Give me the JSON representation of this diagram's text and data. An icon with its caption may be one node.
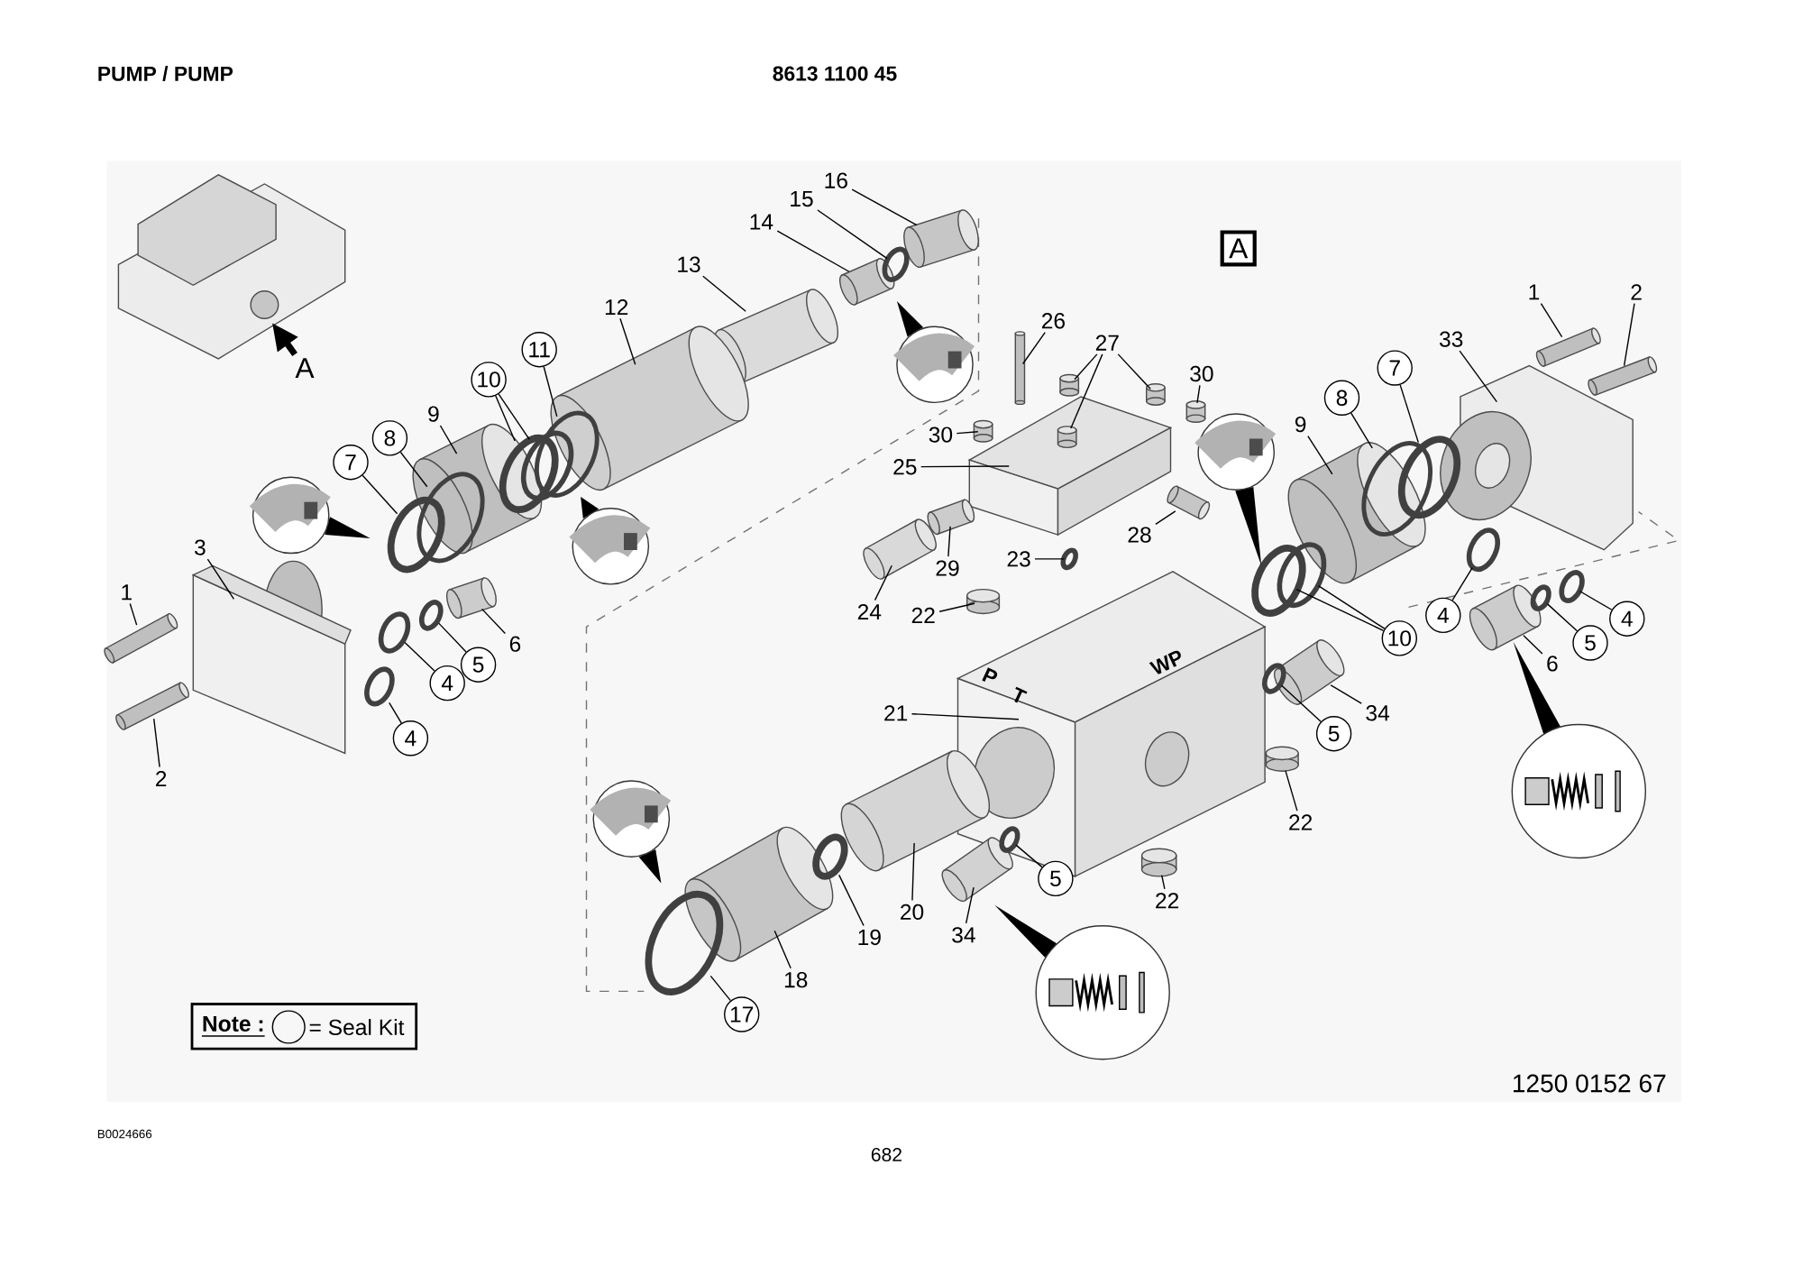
{
  "diagram": {
    "title": "PUMP / PUMP",
    "nodes": [
      {
        "text": [
          "16"
        ]
      },
      {
        "text": [
          "15"
        ]
      },
      {
        "text": [
          "14"
        ]
      },
      {
        "text": [
          "13"
        ]
      },
      {
        "text": [
          "12"
        ]
      },
      {
        "text": [
          "11"
        ]
      },
      {
        "text": [
          "10"
        ]
      },
      {
        "text": [
          "9"
        ]
      },
      {
        "text": [
          "8"
        ]
      },
      {
        "text": [
          "7"
        ]
      },
      {
        "text": [
          "3"
        ]
      },
      {
        "text": [
          "1"
        ]
      },
      {
        "text": [
          "2"
        ]
      },
      {
        "text": [
          "6"
        ]
      },
      {
        "text": [
          "5"
        ]
      },
      {
        "text": [
          "4"
        ]
      },
      {
        "text": [
          "4"
        ]
      },
      {
        "text": [
          "26"
        ]
      },
      {
        "text": [
          "27"
        ]
      },
      {
        "text": [
          "30"
        ]
      },
      {
        "text": [
          "30"
        ]
      },
      {
        "text": [
          "25"
        ]
      },
      {
        "text": [
          "28"
        ]
      },
      {
        "text": [
          "29"
        ]
      },
      {
        "text": [
          "23"
        ]
      },
      {
        "text": [
          "24"
        ]
      },
      {
        "text": [
          "22"
        ]
      },
      {
        "text": [
          "21"
        ]
      },
      {
        "text": [
          "34"
        ]
      },
      {
        "text": [
          "5"
        ]
      },
      {
        "text": [
          "22"
        ]
      },
      {
        "text": [
          "5"
        ]
      },
      {
        "text": [
          "22"
        ]
      },
      {
        "text": [
          "20"
        ]
      },
      {
        "text": [
          "19"
        ]
      },
      {
        "text": [
          "34"
        ]
      },
      {
        "text": [
          "18"
        ]
      },
      {
        "text": [
          "17"
        ]
      },
      {
        "text": [
          "1"
        ]
      },
      {
        "text": [
          "2"
        ]
      },
      {
        "text": [
          "33"
        ]
      },
      {
        "text": [
          "7"
        ]
      },
      {
        "text": [
          "8"
        ]
      },
      {
        "text": [
          "9"
        ]
      },
      {
        "text": [
          "10"
        ]
      },
      {
        "text": [
          "4"
        ]
      },
      {
        "text": [
          "5"
        ]
      },
      {
        "text": [
          "4"
        ]
      },
      {
        "text": [
          "6"
        ]
      },
      {
        "text": [
          "A"
        ]
      },
      {
        "text": [
          "A"
        ]
      },
      {
        "text": [],
        "shape": "picture"
      },
      {
        "text": [],
        "shape": "cylinder"
      },
      {
        "text": [],
        "shape": "ring"
      },
      {
        "text": [],
        "shape": "cylinder"
      },
      {
        "text": [],
        "shape": "cylinder"
      },
      {
        "text": [],
        "shape": "cylinder"
      },
      {
        "text": [],
        "shape": "ring"
      },
      {
        "text": [],
        "shape": "ring"
      },
      {
        "text": [],
        "shape": "ring"
      },
      {
        "text": [],
        "shape": "cylinder"
      },
      {
        "text": [],
        "shape": "ring"
      },
      {
        "text": [],
        "shape": "ring"
      },
      {
        "text": [],
        "shape": "box"
      },
      {
        "text": [],
        "shape": "bolt"
      },
      {
        "text": [],
        "shape": "bolt"
      },
      {
        "text": [],
        "shape": "cylinder"
      },
      {
        "text": [],
        "shape": "ring"
      },
      {
        "text": [],
        "shape": "ring"
      },
      {
        "text": [],
        "shape": "ring"
      },
      {
        "text": [],
        "shape": "box"
      },
      {
        "text": [],
        "shape": "bolt"
      },
      {
        "text": [],
        "shape": "cylinder"
      },
      {
        "text": [],
        "shape": "cylinder",
        "in": 70
      },
      {
        "text": [],
        "shape": "cylinder"
      },
      {
        "text": [],
        "shape": "cylinder"
      },
      {
        "text": [],
        "shape": "cylinder"
      },
      {
        "text": [],
        "shape": "cylinder"
      },
      {
        "text": [],
        "shape": "cylinder"
      },
      {
        "text": [],
        "shape": "ring"
      },
      {
        "text": [],
        "shape": "cylinder"
      },
      {
        "text": [],
        "shape": "cylinder"
      },
      {
        "text": [],
        "shape": "box"
      },
      {
        "text": [],
        "shape": "cylinder"
      },
      {
        "text": [],
        "shape": "ring"
      },
      {
        "text": [],
        "shape": "cylinder"
      },
      {
        "text": [],
        "shape": "ring"
      },
      {
        "text": [],
        "shape": "cylinder"
      },
      {
        "text": [],
        "shape": "cylinder"
      },
      {
        "text": [],
        "shape": "ring"
      },
      {
        "text": [],
        "shape": "cylinder"
      },
      {
        "text": [],
        "shape": "cylinder"
      },
      {
        "text": [],
        "shape": "ring"
      },
      {
        "text": [],
        "shape": "bolt"
      },
      {
        "text": [],
        "shape": "bolt"
      },
      {
        "text": [],
        "shape": "box"
      },
      {
        "text": [],
        "shape": "ring"
      },
      {
        "text": [],
        "shape": "ring"
      },
      {
        "text": [],
        "shape": "cylinder"
      },
      {
        "text": [],
        "shape": "ring"
      },
      {
        "text": [],
        "shape": "ring"
      },
      {
        "text": [],
        "shape": "ring"
      },
      {
        "text": [],
        "shape": "cylinder"
      },
      {
        "text": [],
        "shape": "ring"
      },
      {
        "text": [],
        "shape": "ring"
      }
    ],
    "edges": [
      {
        "from": 0,
        "to": 52,
        "arrow": "none"
      },
      {
        "from": 1,
        "to": 53,
        "arrow": "none"
      },
      {
        "from": 2,
        "to": 54,
        "arrow": "none"
      },
      {
        "from": 3,
        "to": 55,
        "arrow": "none"
      },
      {
        "from": 4,
        "to": 56,
        "arrow": "none"
      },
      {
        "from": 5,
        "to": 57,
        "arrow": "none"
      },
      {
        "from": 6,
        "to": 59,
        "arrow": "none"
      },
      {
        "from": 6,
        "to": 58,
        "arrow": "none"
      },
      {
        "from": 7,
        "to": 60,
        "arrow": "none"
      },
      {
        "from": 8,
        "to": 61,
        "arrow": "none"
      },
      {
        "from": 9,
        "to": 62,
        "arrow": "none"
      },
      {
        "from": 10,
        "to": 63,
        "arrow": "none"
      },
      {
        "from": 11,
        "to": 64,
        "arrow": "none"
      },
      {
        "from": 12,
        "to": 65,
        "arrow": "none"
      },
      {
        "from": 13,
        "to": 66,
        "arrow": "none"
      },
      {
        "from": 14,
        "to": 67,
        "arrow": "none"
      },
      {
        "from": 15,
        "to": 68,
        "arrow": "none"
      },
      {
        "from": 16,
        "to": 69,
        "arrow": "none"
      },
      {
        "from": 17,
        "to": 71,
        "arrow": "none"
      },
      {
        "from": 18,
        "to": 72,
        "arrow": "none"
      },
      {
        "from": 18,
        "to": 73,
        "arrow": "none"
      },
      {
        "from": 18,
        "to": 74,
        "arrow": "none"
      },
      {
        "from": 19,
        "to": 75,
        "arrow": "none"
      },
      {
        "from": 20,
        "to": 76,
        "arrow": "none"
      },
      {
        "from": 21,
        "to": 70,
        "arrow": "none"
      },
      {
        "from": 22,
        "to": 77,
        "arrow": "none"
      },
      {
        "from": 23,
        "to": 78,
        "arrow": "none"
      },
      {
        "from": 24,
        "to": 79,
        "arrow": "none"
      },
      {
        "from": 25,
        "to": 80,
        "arrow": "none"
      },
      {
        "from": 26,
        "to": 81,
        "arrow": "none"
      },
      {
        "from": 27,
        "to": 82,
        "arrow": "none"
      },
      {
        "from": 28,
        "to": 83,
        "arrow": "none"
      },
      {
        "from": 29,
        "to": 84,
        "arrow": "none"
      },
      {
        "from": 30,
        "to": 85,
        "arrow": "none"
      },
      {
        "from": 31,
        "to": 86,
        "arrow": "none"
      },
      {
        "from": 32,
        "to": 87,
        "arrow": "none"
      },
      {
        "from": 33,
        "to": 88,
        "arrow": "none"
      },
      {
        "from": 34,
        "to": 89,
        "arrow": "none"
      },
      {
        "from": 35,
        "to": 90,
        "arrow": "none"
      },
      {
        "from": 36,
        "to": 91,
        "arrow": "none"
      },
      {
        "from": 37,
        "to": 92,
        "arrow": "none"
      },
      {
        "from": 38,
        "to": 93,
        "arrow": "none"
      },
      {
        "from": 39,
        "to": 94,
        "arrow": "none"
      },
      {
        "from": 40,
        "to": 95,
        "arrow": "none"
      },
      {
        "from": 41,
        "to": 96,
        "arrow": "none"
      },
      {
        "from": 42,
        "to": 97,
        "arrow": "none"
      },
      {
        "from": 43,
        "to": 98,
        "arrow": "none"
      },
      {
        "from": 44,
        "to": 99,
        "arrow": "none"
      },
      {
        "from": 44,
        "to": 100,
        "arrow": "none"
      },
      {
        "from": 45,
        "to": 101,
        "arrow": "none"
      },
      {
        "from": 46,
        "to": 103,
        "arrow": "none"
      },
      {
        "from": 47,
        "to": 104,
        "arrow": "none"
      },
      {
        "from": 48,
        "to": 102,
        "arrow": "none"
      },
      {
        "from": 49,
        "to": 51,
        "arrow": "to",
        "style": "thick"
      }
    ],
    "labels": [
      "8613 1100 45",
      "P",
      "T",
      "WP",
      "Note :",
      "= Seal Kit",
      "1250 0152 67",
      "B0024666",
      "682"
    ]
  }
}
